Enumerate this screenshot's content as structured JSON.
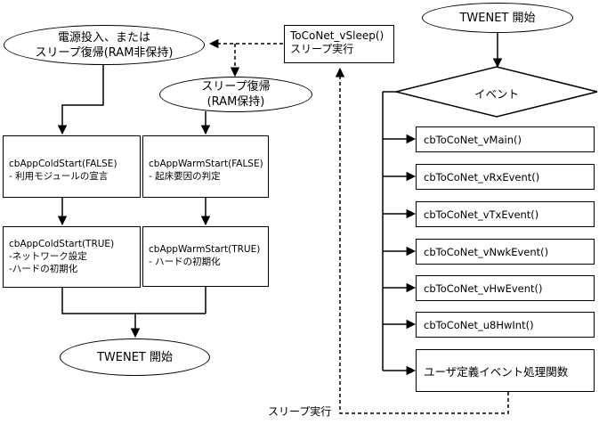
{
  "left_flow": {
    "power_on": [
      "電源投入、または",
      "スリープ復帰(RAM非保持)"
    ],
    "sleep_wake_ram": [
      "スリープ復帰",
      "(RAM保持)"
    ],
    "cold_false": [
      "cbAppColdStart(FALSE)",
      "- 利用モジュールの宣言"
    ],
    "warm_false": [
      "cbAppWarmStart(FALSE)",
      "- 起床要因の判定"
    ],
    "cold_true": [
      "cbAppColdStart(TRUE)",
      "-ネットワーク設定",
      "-ハードの初期化"
    ],
    "warm_true": [
      "cbAppWarmStart(TRUE)",
      "- ハードの初期化"
    ],
    "twenet_start": "TWENET 開始"
  },
  "sleep_box": [
    "ToCoNet_vSleep()",
    "スリープ実行"
  ],
  "right_flow": {
    "twenet_start": "TWENET 開始",
    "event_label": "イベント",
    "handlers": [
      "cbToCoNet_vMain()",
      "cbToCoNet_vRxEvent()",
      "cbToCoNet_vTxEvent()",
      "cbToCoNet_vNwkEvent()",
      "cbToCoNet_vHwEvent()",
      "cbToCoNet_u8HwInt()",
      "ユーザ定義イベント処理関数"
    ]
  },
  "sleep_exec_label": "スリープ実行"
}
